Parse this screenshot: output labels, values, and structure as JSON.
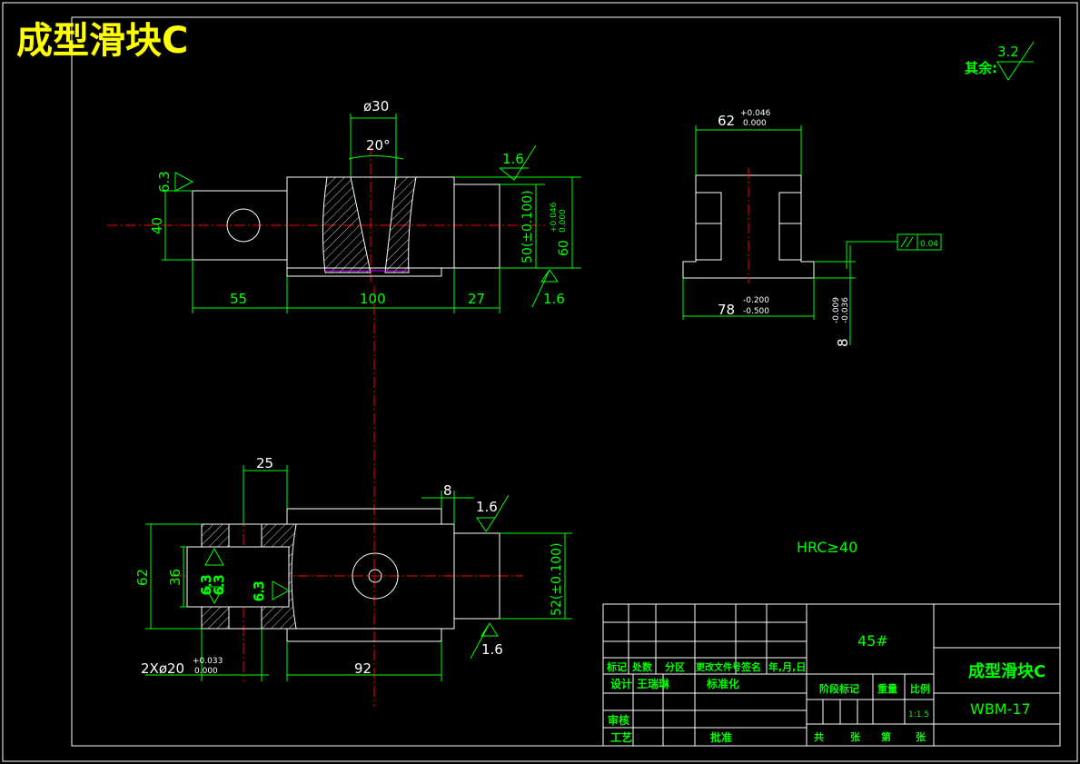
{
  "title": "成型滑块C",
  "roughness_default": {
    "label": "其余:",
    "value": "3.2"
  },
  "hardness": "HRC≥40",
  "front_view": {
    "dia_top": "ø30",
    "angle": "20°",
    "rough_left": "6.3",
    "rough_top_right": "1.6",
    "rough_bottom_right": "1.6",
    "dim_height_left": "40",
    "dim_50": "50(±0.100)",
    "dim_60": "60",
    "dim_60_tol_upper": "+0.046",
    "dim_60_tol_lower": "0.000",
    "dim_55": "55",
    "dim_100": "100",
    "dim_27": "27"
  },
  "side_view": {
    "dim_62": "62",
    "dim_62_tol_upper": "+0.046",
    "dim_62_tol_lower": "0.000",
    "dim_78": "78",
    "dim_78_tol_upper": "-0.200",
    "dim_78_tol_lower": "-0.500",
    "dim_8": "8",
    "dim_8_tol_upper": "-0.009",
    "dim_8_tol_lower": "-0.036",
    "parallelism_value": "0.04"
  },
  "top_view": {
    "dim_25": "25",
    "dim_8": "8",
    "rough_right": "1.6",
    "rough_bottom": "1.6",
    "rough_a": "6.3",
    "rough_b": "6.3",
    "rough_c": "6.3",
    "dim_62": "62",
    "dim_36": "36",
    "dim_52": "52(±0.100)",
    "dim_holes": "2Xø20",
    "dim_holes_tol_upper": "+0.033",
    "dim_holes_tol_lower": "0.000",
    "dim_92": "92"
  },
  "title_block": {
    "material": "45#",
    "part_name": "成型滑块C",
    "drawing_no": "WBM-17",
    "h_mark": "标记",
    "h_count": "处数",
    "h_zone": "分区",
    "h_doc": "更改文件号",
    "h_sign": "签名",
    "h_date": "年,月,日",
    "design_label": "设计",
    "designer": "王瑞琳",
    "std_label": "标准化",
    "review_label": "审核",
    "process_label": "工艺",
    "approve_label": "批准",
    "stage_label": "阶段标记",
    "weight_label": "重量",
    "scale_label": "比例",
    "scale_value": "1:1.5",
    "total_label": "共",
    "sheet_label": "张",
    "page_label": "第",
    "sheet_label2": "张"
  },
  "colors": {
    "background": "#000000",
    "geometry": "#ffffff",
    "dimensions": "#00ff00",
    "centerline": "#ff0000",
    "title": "#ffff00"
  }
}
